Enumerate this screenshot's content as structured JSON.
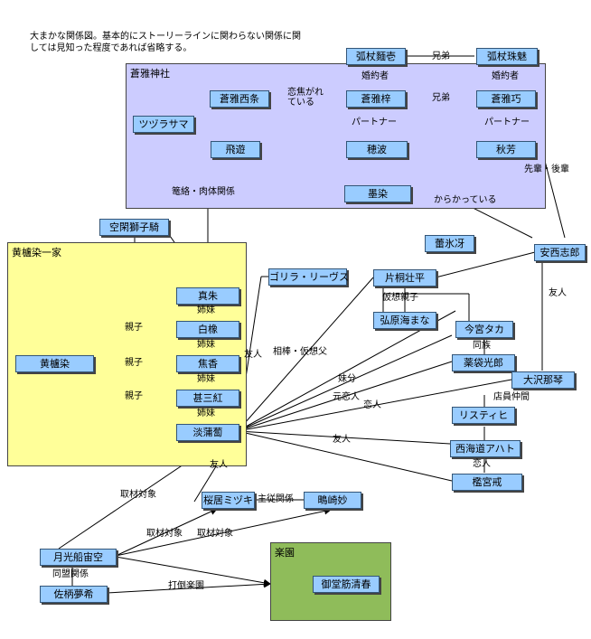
{
  "note": "大まかな関係図。基本的にストーリーラインに関わらない関係に関しては見知った程度であれば省略する。",
  "groups": {
    "soga": "蒼雅神社",
    "kinachi": "黄櫨染一家",
    "rakuen": "楽園"
  },
  "nodes": {
    "kotsue_menkoku": "弧杖麵壱",
    "kotsue_tamami": "弧杖珠魅",
    "soga_saijo": "蒼雅西条",
    "soga_azusa": "蒼雅梓",
    "soga_takumi": "蒼雅巧",
    "tsuzurasama": "ツヅラサマ",
    "hiyu": "飛遊",
    "honami": "穂波",
    "akiyoshi": "秋芳",
    "bokusen": "墨染",
    "sorashishi": "空閑獅子騎",
    "shohyoga": "蕾氷冴",
    "anzai": "安西志郎",
    "shinshu": "真朱",
    "hakuzo": "白橡",
    "kinachi": "黄櫨染",
    "shoko": "焦香",
    "jinzamomi": "甚三紅",
    "tankiku": "淡蒲蔔",
    "gorilla": "ゴリラ・リーヴス",
    "katagiri": "片桐壮平",
    "hirohara": "弘原海まな",
    "imamiya": "今宮タカ",
    "yakutai": "薬袋光郎",
    "osawa": "大沢那琴",
    "ristihi": "リスティヒ",
    "saionji": "西海道アハト",
    "kanmiya": "檻宮戒",
    "sakurai": "桜居ミヅキ",
    "shigisaki": "鴫崎妙",
    "gekko": "月光船宙空",
    "sahei": "佐柄夢希",
    "mido": "御堂筋清春"
  },
  "labels": {
    "kyodai1": "兄弟",
    "konyakusha1": "婚約者",
    "konyakusha2": "婚約者",
    "koikogare": "恋焦がれ\nている",
    "kyodai2": "兄弟",
    "partner1": "パートナー",
    "partner2": "パートナー",
    "senpai": "先輩・後輩",
    "kankyu": "篭絡・肉体関係",
    "karakatte": "からかっている",
    "yujin1": "友人",
    "kaso_oyako": "仮想親子",
    "shimai1": "姉妹",
    "oyako1": "親子",
    "shimai2": "姉妹",
    "oyako2": "親子",
    "shimai3": "姉妹",
    "oyako3": "親子",
    "shimai4": "姉妹",
    "yujin2": "友人",
    "aibo": "相棒・仮想父",
    "dozoku": "同族",
    "imoutobun": "妹分",
    "tenin": "店員仲間",
    "motokoibito": "元恋人",
    "koibito1": "恋人",
    "yujin3": "友人",
    "koibito2": "恋人",
    "yujin4": "友人",
    "shuju": "主従関係",
    "shuzai1": "取材対象",
    "shuzai2": "取材対象",
    "shuzai3": "取材対象",
    "domei": "同盟関係",
    "datou": "打倒楽園"
  }
}
